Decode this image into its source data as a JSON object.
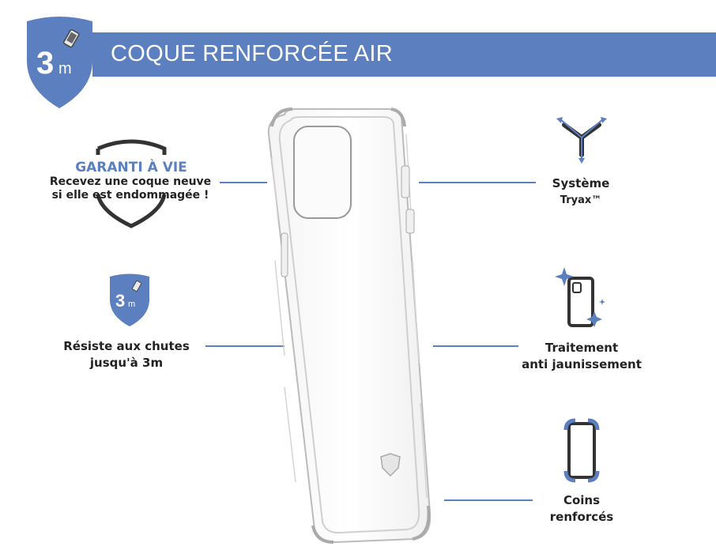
{
  "header": {
    "title": "COQUE RENFORCÉE AIR",
    "badge_number": "3",
    "badge_unit": "m"
  },
  "warranty": {
    "title": "GARANTI À VIE",
    "line1": "Recevez une coque neuve",
    "line2": "si elle est endommagée !"
  },
  "drop": {
    "badge_number": "3",
    "badge_unit": "m",
    "line1": "Résiste aux chutes",
    "line2": "jusqu'à 3m"
  },
  "tryax": {
    "line1": "Système",
    "line2": "Tryax™"
  },
  "yellowing": {
    "line1": "Traitement",
    "line2": "anti jaunissement"
  },
  "corners": {
    "line1": "Coins",
    "line2": "renforcés"
  },
  "colors": {
    "accent": "#5b7fbf",
    "dark": "#222222",
    "background": "#ffffff"
  },
  "icons": [
    "shield-3m-icon",
    "warranty-shield-icon",
    "tryax-icon",
    "sparkle-phone-icon",
    "corners-phone-icon",
    "phone-case-image"
  ]
}
